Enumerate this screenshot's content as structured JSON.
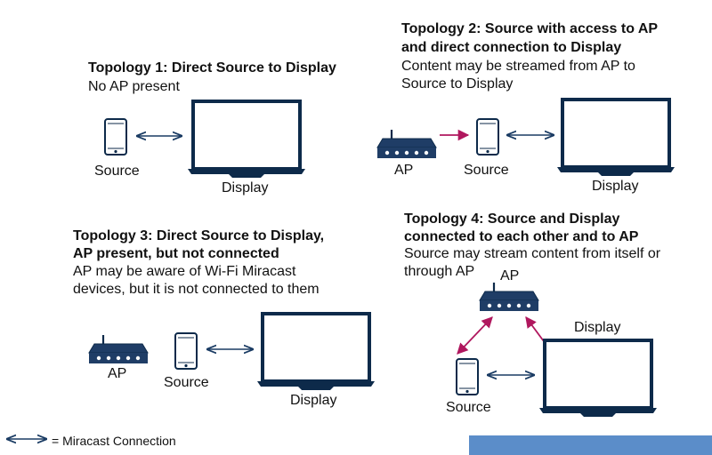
{
  "topology1": {
    "title": "Topology 1: Direct Source to Display",
    "subtitle": "No AP present",
    "source_label": "Source",
    "display_label": "Display"
  },
  "topology2": {
    "title_line1": "Topology 2: Source with access to AP",
    "title_line2": "and direct connection to Display",
    "subtitle_line1": "Content may be streamed from AP to",
    "subtitle_line2": "Source to Display",
    "ap_label": "AP",
    "source_label": "Source",
    "display_label": "Display"
  },
  "topology3": {
    "title_line1": "Topology 3: Direct Source to Display,",
    "title_line2": "AP present, but not connected",
    "subtitle_line1": "AP may be aware of Wi-Fi Miracast",
    "subtitle_line2": "devices, but it is not connected to them",
    "ap_label": "AP",
    "source_label": "Source",
    "display_label": "Display"
  },
  "topology4": {
    "title_line1": "Topology 4: Source and Display",
    "title_line2": "connected to each other and to AP",
    "subtitle_line1": "Source may stream content from itself or",
    "subtitle_line2": "through AP",
    "ap_label": "AP",
    "source_label": "Source",
    "display_label": "Display"
  },
  "legend": {
    "label": "= Miracast Connection"
  },
  "colors": {
    "device_outline": "#0d2a4a",
    "ap_fill": "#1f3d66",
    "miracast_arrow": "#1a3b63",
    "ap_link_arrow": "#b0175e",
    "footer_bar": "#5b8dc9"
  }
}
